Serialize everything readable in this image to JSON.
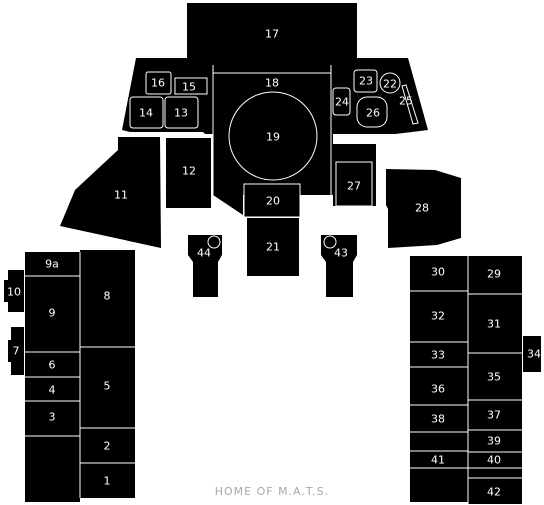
{
  "labels": {
    "n1": "1",
    "n2": "2",
    "n3": "3",
    "n4": "4",
    "n5": "5",
    "n6": "6",
    "n7": "7",
    "n8": "8",
    "n9": "9",
    "n9a": "9a",
    "n10": "10",
    "n11": "11",
    "n12": "12",
    "n13": "13",
    "n14": "14",
    "n15": "15",
    "n16": "16",
    "n17": "17",
    "n18": "18",
    "n19": "19",
    "n20": "20",
    "n21": "21",
    "n22": "22",
    "n23": "23",
    "n24": "24",
    "n25": "25",
    "n26": "26",
    "n27": "27",
    "n28": "28",
    "n29": "29",
    "n30": "30",
    "n31": "31",
    "n32": "32",
    "n33": "33",
    "n34": "34",
    "n35": "35",
    "n36": "36",
    "n37": "37",
    "n38": "38",
    "n39": "39",
    "n40": "40",
    "n41": "41",
    "n42": "42",
    "n43": "43",
    "n44": "44"
  },
  "footer": "HOME OF M.A.T.S.",
  "colors": {
    "panel": "#000000",
    "background": "#ffffff",
    "outline": "#ffffff",
    "footer_text": "#a8a8a8"
  }
}
